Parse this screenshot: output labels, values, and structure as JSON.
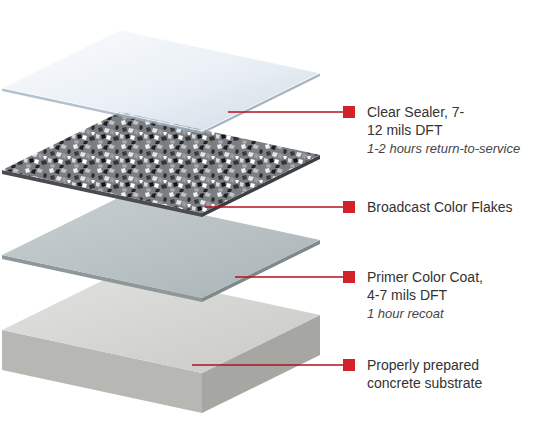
{
  "diagram": {
    "labels": [
      "Clear Sealer, 7-12 mils DFT",
      "1-2 hours return-to-service",
      "Broadcast Color Flakes",
      "Primer Color Coat, 4-7 mils DFT",
      "1 hour recoat",
      "Properly prepared concrete substrate"
    ]
  }
}
